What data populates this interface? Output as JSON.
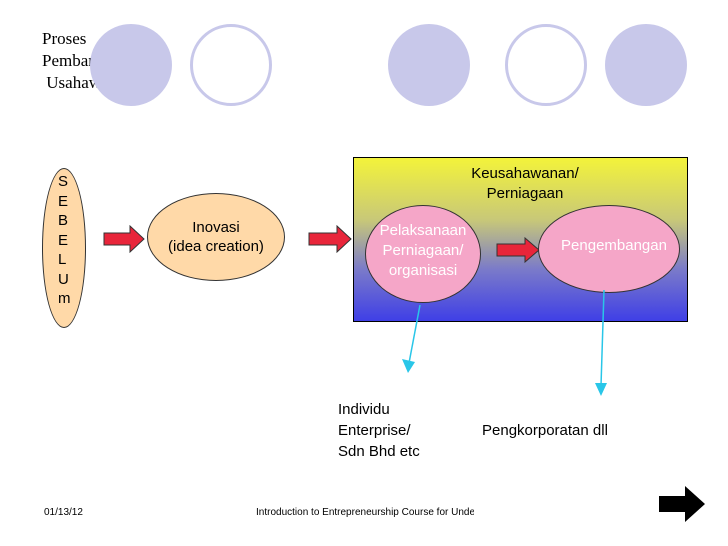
{
  "title": "Proses\nPembangunan\n Usahawan",
  "sebelum": "S\nE\nB\nE\nL\nU\nm",
  "inovasi": "Inovasi\n(idea creation)",
  "business_box": {
    "title": "Keusahawanan/\nPerniagaan",
    "pelaksanaan": "Pelaksanaan\nPerniagaan/\norganisasi",
    "pengembangan": "Pengembangan"
  },
  "labels": {
    "individu": "Individu\nEnterprise/\nSdn Bhd etc",
    "pengkorporatan": "Pengkorporatan dll"
  },
  "footer": {
    "date": "01/13/12",
    "text": "Introduction to Entrepreneurship Course for Under"
  },
  "icons": {
    "arrow": "right-arrow-icon",
    "next": "next-slide-icon"
  },
  "colors": {
    "deco_circle": "#c8c8ea",
    "oval_fill": "#ffd9a8",
    "pink_oval": "#f5a6c8",
    "arrow_red": "#e8253a",
    "cyan_arrow": "#29c6e8"
  }
}
